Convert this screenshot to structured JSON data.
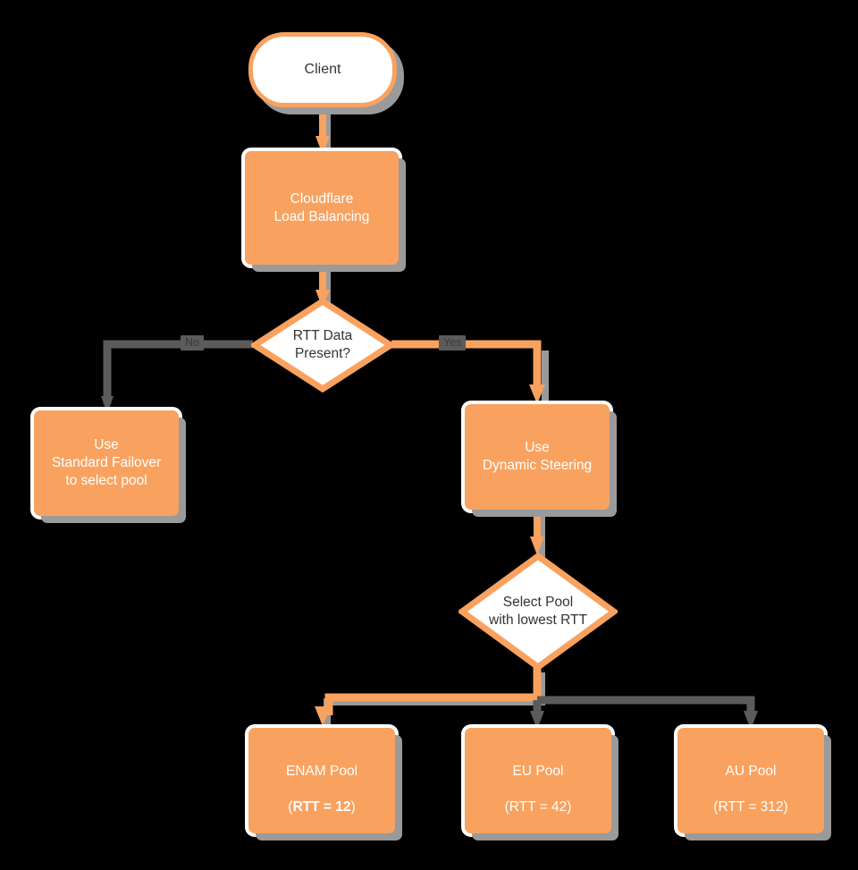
{
  "diagram": {
    "title": "Cloudflare Load Balancing RTT steering flowchart",
    "background_color": "#000000",
    "accent_color": "#F9A25F",
    "inactive_color": "#5b5b5b",
    "node_text_color": "#FFFFFF",
    "light_node_text_color": "#333333"
  },
  "nodes": {
    "client": {
      "label": "Client",
      "shape": "stadium"
    },
    "load_balancing": {
      "label": "Cloudflare\nLoad Balancing",
      "shape": "process"
    },
    "rtt_decision": {
      "label": "RTT Data\nPresent?",
      "shape": "decision"
    },
    "standard_failover": {
      "label": "Use\nStandard Failover\nto select pool",
      "shape": "process"
    },
    "dynamic_steering": {
      "label": "Use\nDynamic Steering",
      "shape": "process"
    },
    "select_pool": {
      "label": "Select Pool\nwith lowest RTT",
      "shape": "decision"
    },
    "enam_pool": {
      "line1": "ENAM Pool",
      "line2_prefix": "(",
      "line2_bold": "RTT = 12",
      "line2_suffix": ")",
      "shape": "process",
      "selected": true
    },
    "eu_pool": {
      "line1": "EU Pool",
      "line2_prefix": "(",
      "line2_bold": "",
      "line2_plain": "RTT = 42",
      "line2_suffix": ")",
      "shape": "process",
      "selected": false
    },
    "au_pool": {
      "line1": "AU Pool",
      "line2_prefix": "(",
      "line2_bold": "",
      "line2_plain": "RTT = 312",
      "line2_suffix": ")",
      "shape": "process",
      "selected": false
    }
  },
  "edges": [
    {
      "id": "client-to-lb",
      "from": "client",
      "to": "load_balancing",
      "label": "",
      "active": true
    },
    {
      "id": "lb-to-decision",
      "from": "load_balancing",
      "to": "rtt_decision",
      "label": "",
      "active": true
    },
    {
      "id": "decision-no",
      "from": "rtt_decision",
      "to": "standard_failover",
      "label": "No",
      "active": false
    },
    {
      "id": "decision-yes",
      "from": "rtt_decision",
      "to": "dynamic_steering",
      "label": "Yes",
      "active": true
    },
    {
      "id": "steering-to-select",
      "from": "dynamic_steering",
      "to": "select_pool",
      "label": "",
      "active": true
    },
    {
      "id": "select-to-enam",
      "from": "select_pool",
      "to": "enam_pool",
      "label": "",
      "active": true
    },
    {
      "id": "select-to-eu",
      "from": "select_pool",
      "to": "eu_pool",
      "label": "",
      "active": false
    },
    {
      "id": "select-to-au",
      "from": "select_pool",
      "to": "au_pool",
      "label": "",
      "active": false
    }
  ]
}
